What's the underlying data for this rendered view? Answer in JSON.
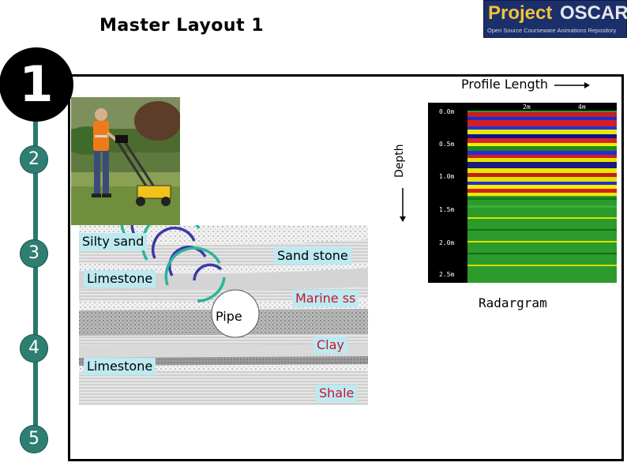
{
  "slide": {
    "title": "Master Layout 1"
  },
  "logo": {
    "word1": "Project",
    "word2": "OSCAR",
    "tagline": "Open Source Courseware Animations Repository",
    "colors": {
      "bg": "#1b2f6b",
      "accent": "#f2c23a"
    }
  },
  "steps": [
    "1",
    "2",
    "3",
    "4",
    "5"
  ],
  "diagram": {
    "profile_length": "Profile Length",
    "depth": "Depth",
    "layers": {
      "silty_sand": "Silty sand",
      "sand_stone": "Sand stone",
      "limestone_top": "Limestone",
      "marine_ss": "Marine ss",
      "pipe": "Pipe",
      "clay": "Clay",
      "limestone_bottom": "Limestone",
      "shale": "Shale"
    },
    "radargram": {
      "label": "Radargram",
      "x_ticks": [
        "2m",
        "4m"
      ],
      "y_ticks": [
        "0.0m",
        "0.5m",
        "1.0m",
        "1.5m",
        "2.0m",
        "2.5m"
      ]
    },
    "colors": {
      "label_bg": "#bde9f1",
      "timeline": "#2a7a6e",
      "wave_blue": "#3a3aa8",
      "wave_teal": "#2bb59a"
    }
  }
}
